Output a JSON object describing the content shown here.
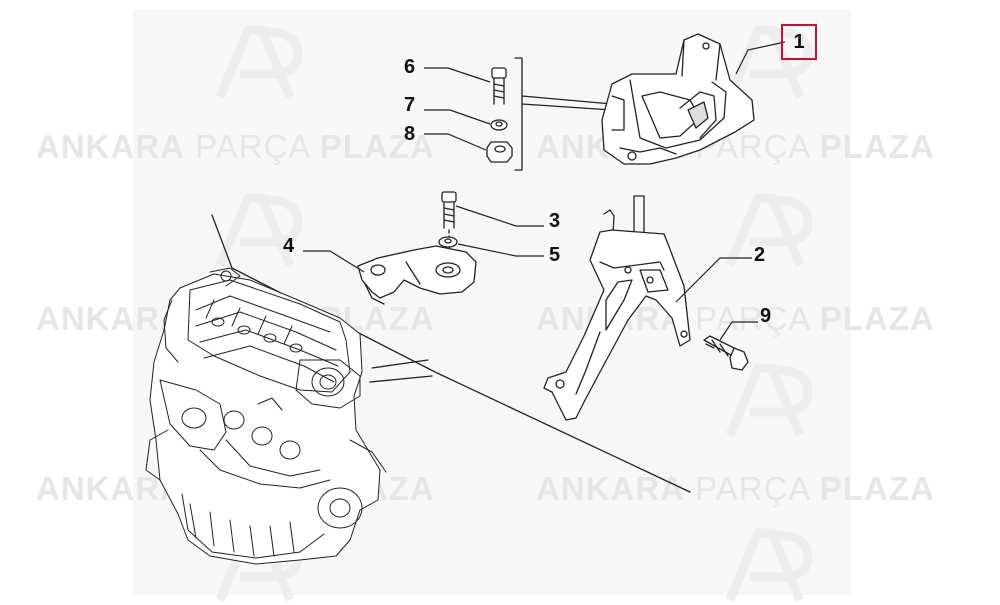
{
  "diagram": {
    "callouts": [
      {
        "id": "1",
        "label": "1",
        "highlighted": true
      },
      {
        "id": "2",
        "label": "2"
      },
      {
        "id": "3",
        "label": "3"
      },
      {
        "id": "4",
        "label": "4"
      },
      {
        "id": "5",
        "label": "5"
      },
      {
        "id": "6",
        "label": "6"
      },
      {
        "id": "7",
        "label": "7"
      },
      {
        "id": "8",
        "label": "8"
      },
      {
        "id": "9",
        "label": "9"
      }
    ],
    "highlight_color": "#c8102e"
  },
  "watermark": {
    "word1": "ANKARA",
    "word2": "PARÇA",
    "word3": "PLAZA",
    "logo_icon": "ap-logo-icon",
    "color": "#e6e6e6"
  }
}
